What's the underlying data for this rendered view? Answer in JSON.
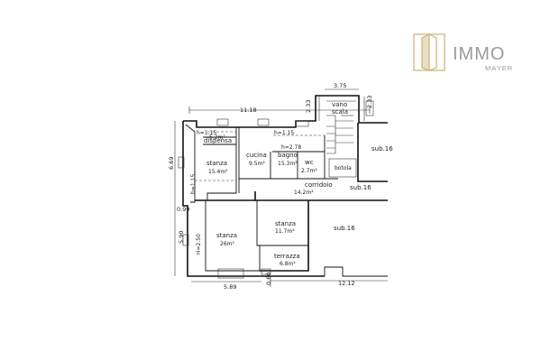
{
  "logo": {
    "name": "IMMO",
    "sub": "MAYER"
  },
  "rooms": {
    "vano_scala": [
      "vano",
      "scala"
    ],
    "cucina": {
      "label": "cucina",
      "area": "9.5m²"
    },
    "bagno": {
      "label": "bagno",
      "area": "15.3m²"
    },
    "wc": {
      "label": "wc",
      "area": "2.7m²"
    },
    "dispensa": {
      "label": "dispensa",
      "area": "5.2m²",
      "height": "h=1.15"
    },
    "stanza_1": {
      "label": "stanza",
      "area": "15.4m²"
    },
    "stanza_2": {
      "label": "stanza",
      "area": "26m²"
    },
    "stanza_3": {
      "label": "stanza",
      "area": "11.7m²"
    },
    "corridoio": {
      "label": "corridoio",
      "area": "14.2m²"
    },
    "terrazza": {
      "label": "terrazza",
      "area": "6.8m²"
    },
    "botola": "botola"
  },
  "heights": {
    "h1": "h=1.15",
    "h2": "h=1.15",
    "h3": "h=2.78",
    "h_vert_1": "h=1.15",
    "h_vert_2": "H=2.50"
  },
  "sub": {
    "s1": "sub.16",
    "s2": "sub.16",
    "s3": "sub.16"
  },
  "dims": {
    "top": "11.18",
    "stair_top": "3.75",
    "stair_right": "2.33",
    "stair_left": "2.33",
    "left_upper": "6.69",
    "left_mid": "0.99",
    "left_lower": "5.90",
    "bottom_left": "5.89",
    "bottom_mid": "0.60",
    "bottom_right": "12.12"
  }
}
